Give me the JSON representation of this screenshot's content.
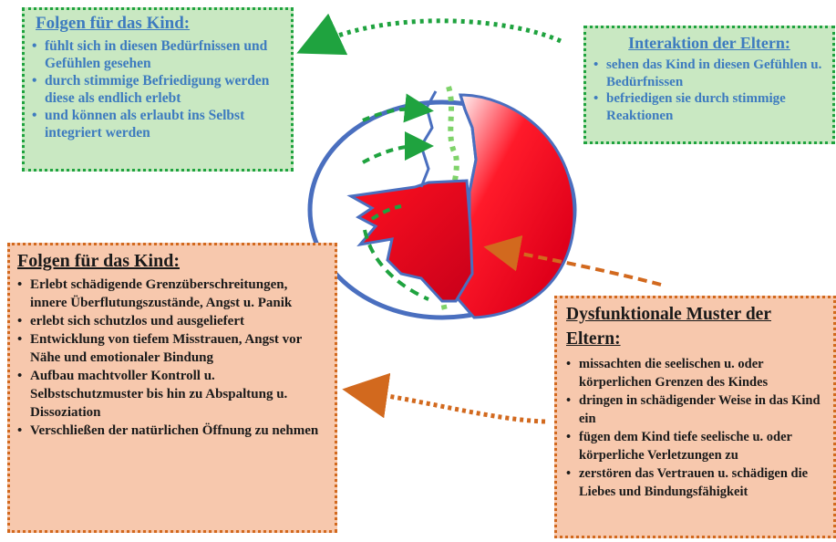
{
  "top_left": {
    "title": "Folgen für das Kind:",
    "items": [
      "fühlt sich in diesen Bedürfnissen und Gefühlen gesehen",
      "durch stimmige Befriedigung werden diese als endlich erlebt",
      "und können als erlaubt ins Selbst integriert werden"
    ]
  },
  "top_right": {
    "title": "Interaktion der Eltern:",
    "items": [
      "sehen das Kind in diesen Gefühlen u. Bedürfnissen",
      "befriedigen sie durch stimmige Reaktionen"
    ]
  },
  "bottom_left": {
    "title": "Folgen für das Kind:",
    "items": [
      "Erlebt schädigende Grenzüberschreitungen, innere Überflutungszustände, Angst u. Panik",
      "erlebt sich schutzlos und ausgeliefert",
      "Entwicklung von tiefem Misstrauen, Angst vor Nähe und emotionaler Bindung",
      "Aufbau machtvoller Kontroll u. Selbstschutzmuster bis hin zu Abspaltung u. Dissoziation",
      "Verschließen der natürlichen Öffnung zu nehmen"
    ]
  },
  "bottom_right": {
    "title": "Dysfunktionale Muster der Eltern:",
    "items": [
      "missachten die seelischen u. oder körperlichen Grenzen des Kindes",
      "dringen in schädigender Weise in das Kind ein",
      "fügen dem Kind tiefe seelische u. oder körperliche Verletzungen zu",
      "zerstören das Vertrauen u. schädigen die Liebes und Bindungsfähigkeit"
    ]
  },
  "colors": {
    "green_box": "#c9e8c2",
    "green_border": "#1fa33f",
    "green_text": "#3d7bbf",
    "orange_box": "#f7c8ad",
    "orange_border": "#d2691e",
    "circle_outline": "#4a6fbf",
    "wound_red": "#e3001b"
  }
}
